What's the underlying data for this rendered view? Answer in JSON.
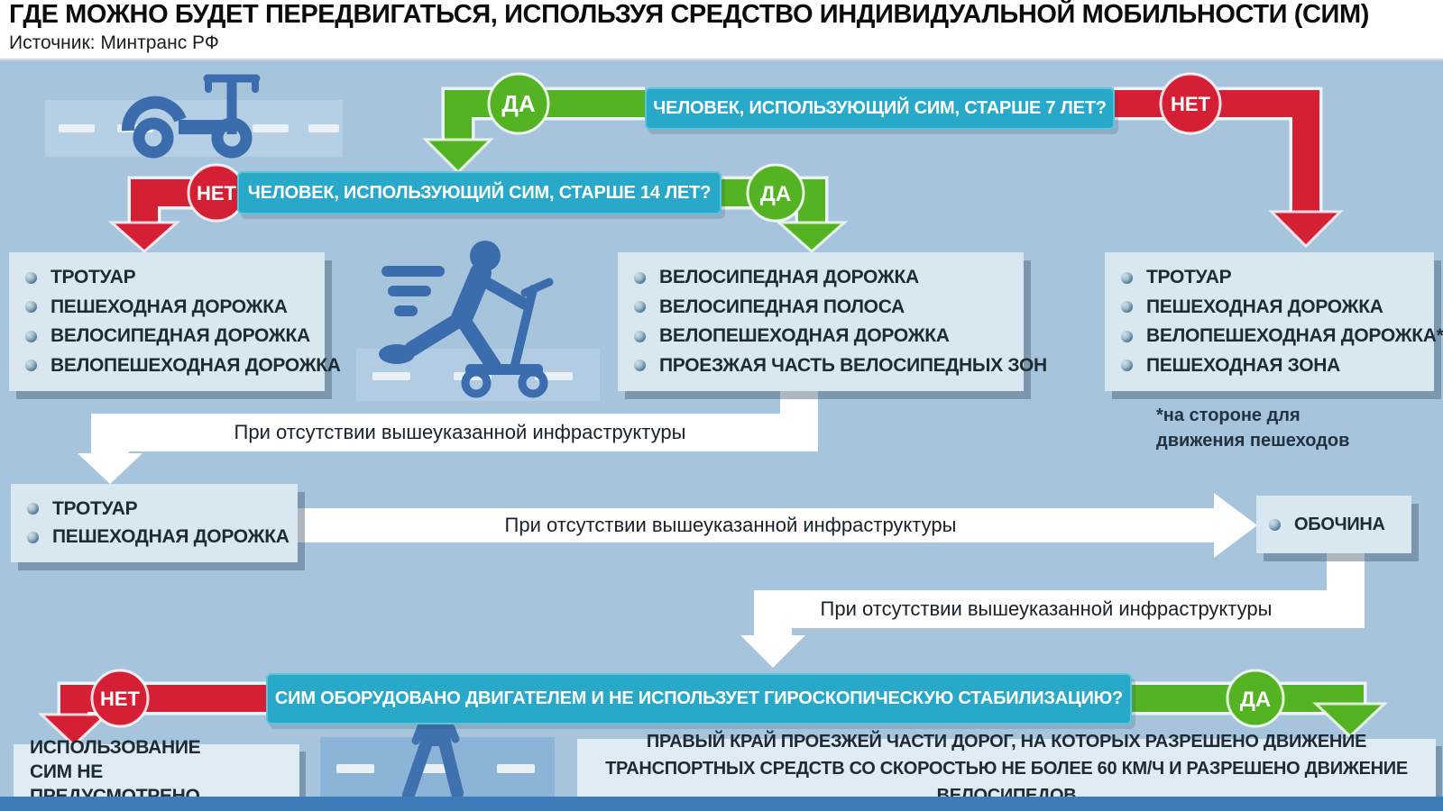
{
  "header": {
    "title": "ГДЕ МОЖНО БУДЕТ ПЕРЕДВИГАТЬСЯ, ИСПОЛЬЗУЯ СРЕДСТВО ИНДИВИДУАЛЬНОЙ МОБИЛЬНОСТИ (СИМ)",
    "source": "Источник: Минтранс РФ"
  },
  "labels": {
    "yes": "ДА",
    "no": "НЕТ",
    "no_infra": "При отсутствии вышеуказанной инфраструктуры"
  },
  "questions": {
    "q1": "ЧЕЛОВЕК, ИСПОЛЬЗУЮЩИЙ СИМ, СТАРШЕ 7 ЛЕТ?",
    "q2": "ЧЕЛОВЕК, ИСПОЛЬЗУЮЩИЙ СИМ, СТАРШЕ 14 ЛЕТ?",
    "q3": "СИМ ОБОРУДОВАНО ДВИГАТЕЛЕМ И НЕ ИСПОЛЬЗУЕТ ГИРОСКОПИЧЕСКУЮ СТАБИЛИЗАЦИЮ?"
  },
  "lists": {
    "under14": {
      "items": [
        "ТРОТУАР",
        "ПЕШЕХОДНАЯ ДОРОЖКА",
        "ВЕЛОСИПЕДНАЯ ДОРОЖКА",
        "ВЕЛОПЕШЕХОДНАЯ ДОРОЖКА"
      ]
    },
    "over14": {
      "items": [
        "ВЕЛОСИПЕДНАЯ ДОРОЖКА",
        "ВЕЛОСИПЕДНАЯ ПОЛОСА",
        "ВЕЛОПЕШЕХОДНАЯ ДОРОЖКА",
        "ПРОЕЗЖАЯ ЧАСТЬ ВЕЛОСИПЕДНЫХ ЗОН"
      ]
    },
    "under7": {
      "items": [
        "ТРОТУАР",
        "ПЕШЕХОДНАЯ ДОРОЖКА",
        "ВЕЛОПЕШЕХОДНАЯ ДОРОЖКА*",
        "ПЕШЕХОДНАЯ ЗОНА"
      ],
      "footnote": "*на стороне для движения пешеходов"
    },
    "fallback1": {
      "items": [
        "ТРОТУАР",
        "ПЕШЕХОДНАЯ ДОРОЖКА"
      ]
    },
    "roadside": {
      "items": [
        "ОБОЧИНА"
      ]
    }
  },
  "results": {
    "not_allowed": "ИСПОЛЬЗОВАНИЕ СИМ НЕ ПРЕДУСМОТРЕНО",
    "road_edge": "ПРАВЫЙ КРАЙ ПРОЕЗЖЕЙ ЧАСТИ ДОРОГ, НА КОТОРЫХ РАЗРЕШЕНО ДВИЖЕНИЕ ТРАНСПОРТНЫХ СРЕДСТВ СО СКОРОСТЬЮ НЕ БОЛЕЕ 60 КМ/Ч И РАЗРЕШЕНО ДВИЖЕНИЕ ВЕЛОСИПЕДОВ"
  },
  "icons": {
    "top_left": "scooter-on-road",
    "middle": "person-riding-kick-scooter",
    "bottom": "pedestrian-on-crossing"
  },
  "colors": {
    "panel_bg": "#a6c5dc",
    "question_bg": "#29a9c9",
    "yes_green": "#54b322",
    "no_red": "#d51f34",
    "list_bg": "#d9e8f0",
    "icon_blue": "#3a6cae",
    "bottom_strip": "#3d7cb8",
    "arrow_white": "#ffffff"
  }
}
